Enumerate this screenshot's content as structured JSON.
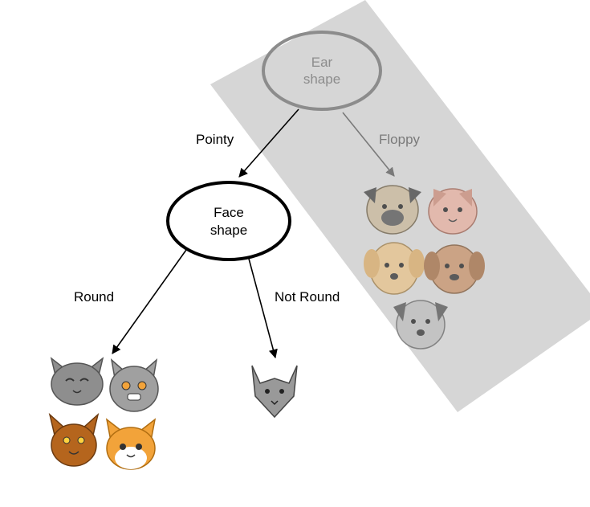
{
  "root_node": {
    "line1": "Ear",
    "line2": "shape"
  },
  "child_node": {
    "line1": "Face",
    "line2": "shape"
  },
  "edges": {
    "pointy": "Pointy",
    "floppy": "Floppy",
    "round": "Round",
    "not_round": "Not Round"
  },
  "colors": {
    "highlight_band": "#d6d6d6",
    "faded_node": "#8c8c8c",
    "active_stroke": "#000000",
    "cat_gray": "#8e8e8e",
    "cat_brown": "#b5651d",
    "cat_orange": "#f2a33a",
    "dog_tan": "#e8c38a",
    "dog_brown": "#c8926a",
    "dog_pink": "#e6b0a0"
  },
  "icons": {
    "round_group": [
      "gray-cat-icon",
      "gray-cat-icon",
      "brown-cat-icon",
      "orange-white-cat-icon"
    ],
    "not_round_group": [
      "gray-pointy-cat-icon"
    ],
    "floppy_group": [
      "pug-dog-icon",
      "pink-dog-icon",
      "tan-dog-icon",
      "brown-dog-icon",
      "gray-dog-icon"
    ]
  }
}
